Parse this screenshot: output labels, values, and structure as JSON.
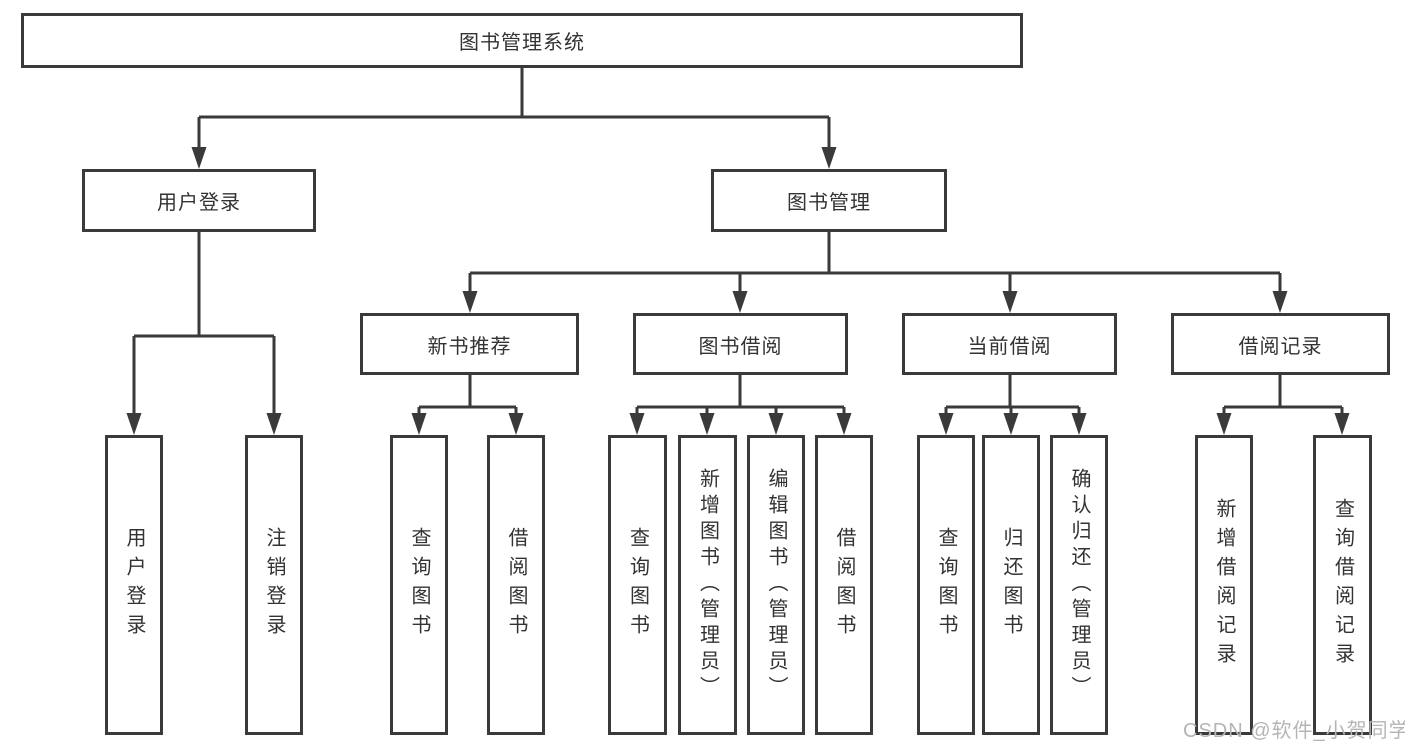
{
  "tree": {
    "root": {
      "label": "图书管理系统"
    },
    "children": [
      {
        "label": "用户登录",
        "children": [
          {
            "label": "用户登录"
          },
          {
            "label": "注销登录"
          }
        ]
      },
      {
        "label": "图书管理",
        "children": [
          {
            "label": "新书推荐",
            "children": [
              {
                "label": "查询图书"
              },
              {
                "label": "借阅图书"
              }
            ]
          },
          {
            "label": "图书借阅",
            "children": [
              {
                "label": "查询图书"
              },
              {
                "label": "新增图书（管理员）"
              },
              {
                "label": "编辑图书（管理员）"
              },
              {
                "label": "借阅图书"
              }
            ]
          },
          {
            "label": "当前借阅",
            "children": [
              {
                "label": "查询图书"
              },
              {
                "label": "归还图书"
              },
              {
                "label": "确认归还（管理员）"
              }
            ]
          },
          {
            "label": "借阅记录",
            "children": [
              {
                "label": "新增借阅记录"
              },
              {
                "label": "查询借阅记录"
              }
            ]
          }
        ]
      }
    ]
  },
  "watermark": "CSDN @软件_小贺同学",
  "colors": {
    "line": "#3a3a3a",
    "text": "#333333",
    "background": "#ffffff",
    "watermark": "#b5b5b5"
  }
}
